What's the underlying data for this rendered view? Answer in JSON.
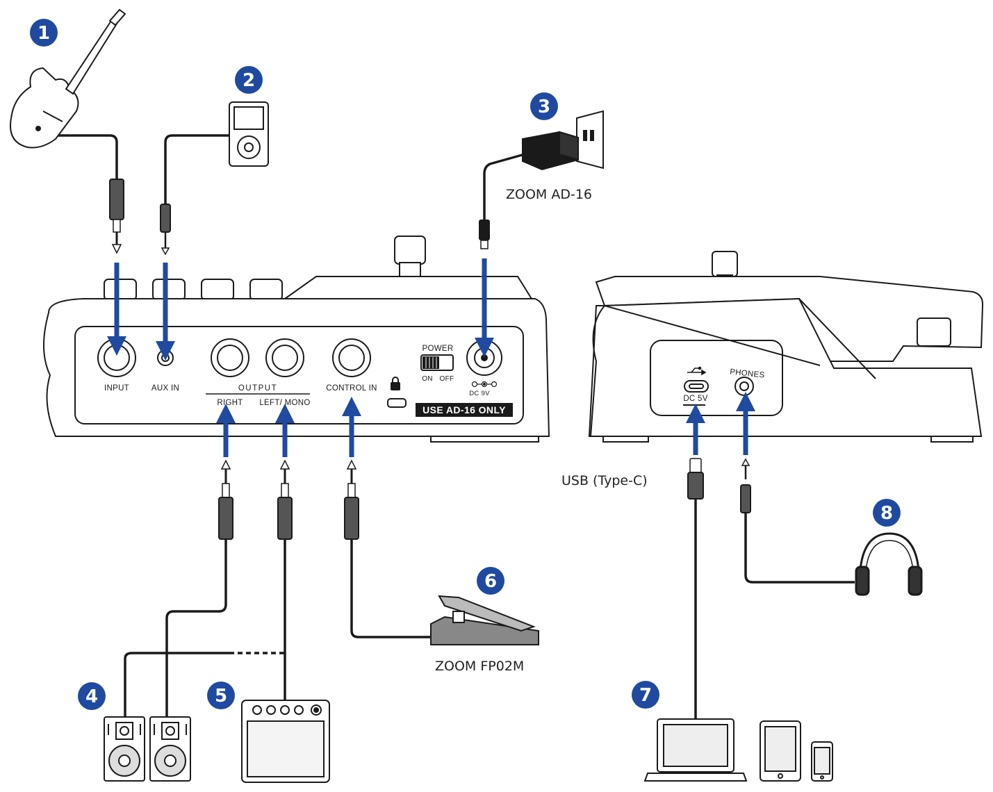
{
  "badges": [
    "1",
    "2",
    "3",
    "4",
    "5",
    "6",
    "7",
    "8"
  ],
  "callouts": {
    "adapter": "ZOOM AD-16",
    "usb": "USB (Type-C)",
    "pedal": "ZOOM FP02M"
  },
  "rear_panel": {
    "input": "INPUT",
    "aux_in": "AUX IN",
    "output": "OUTPUT",
    "right": "RIGHT",
    "left_mono": "LEFT/ MONO",
    "control_in": "CONTROL IN",
    "power": "POWER",
    "on": "ON",
    "off": "OFF",
    "dc_rating": "DC 9V",
    "warning": "USE AD-16 ONLY"
  },
  "side_panel": {
    "dc_5v": "DC 5V",
    "phones": "PHONES"
  },
  "colors": {
    "badge": "#1f4aa0",
    "arrow": "#1f4aa0",
    "line": "#1a1a1a",
    "plug": "#555555"
  },
  "icons": [
    "guitar-icon",
    "music-player-icon",
    "power-adapter-icon",
    "speaker-icon",
    "amplifier-icon",
    "expression-pedal-icon",
    "laptop-icon",
    "tablet-icon",
    "phone-icon",
    "headphones-icon"
  ]
}
